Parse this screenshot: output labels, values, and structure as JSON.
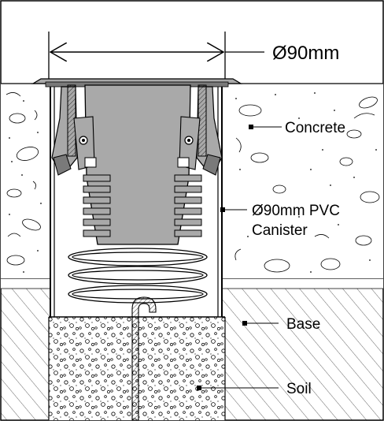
{
  "dimension": {
    "text": "Ø90mm"
  },
  "labels": {
    "concrete": "Concrete",
    "canister_line1": "Ø90mm PVC",
    "canister_line2": "Canister",
    "base": "Base",
    "soil": "Soil"
  },
  "colors": {
    "line": "#000000",
    "part_fill": "#a9a9a9",
    "part_dark": "#7a7a7a",
    "background": "#ffffff"
  }
}
